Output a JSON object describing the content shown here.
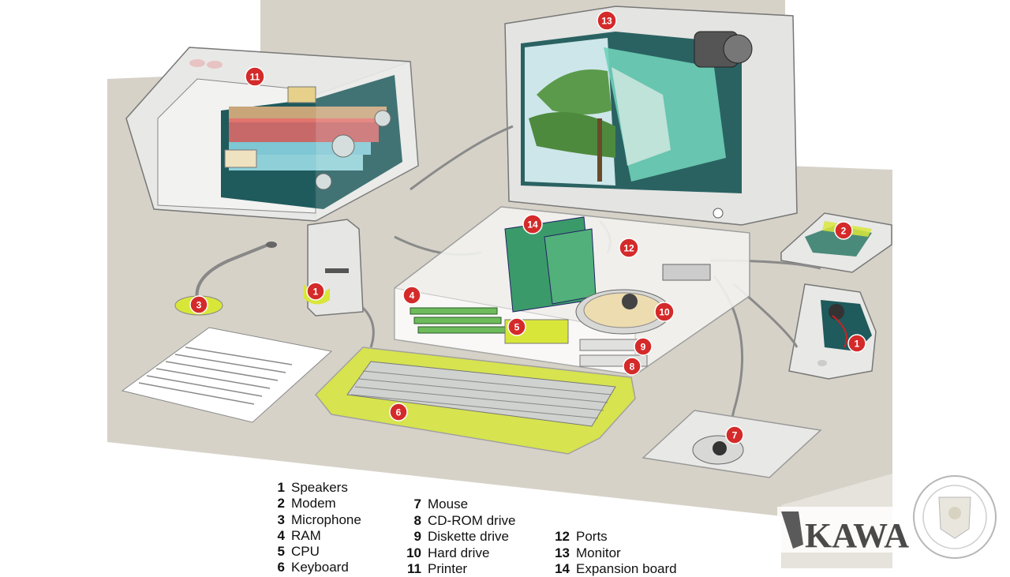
{
  "legend": [
    {
      "num": "1",
      "label": "Speakers"
    },
    {
      "num": "2",
      "label": "Modem"
    },
    {
      "num": "3",
      "label": "Microphone"
    },
    {
      "num": "4",
      "label": "RAM"
    },
    {
      "num": "5",
      "label": "CPU"
    },
    {
      "num": "6",
      "label": "Keyboard"
    },
    {
      "num": "7",
      "label": "Mouse"
    },
    {
      "num": "8",
      "label": "CD-ROM drive"
    },
    {
      "num": "9",
      "label": "Diskette drive"
    },
    {
      "num": "10",
      "label": "Hard drive"
    },
    {
      "num": "11",
      "label": "Printer"
    },
    {
      "num": "12",
      "label": "Ports"
    },
    {
      "num": "13",
      "label": "Monitor"
    },
    {
      "num": "14",
      "label": "Expansion board"
    }
  ],
  "badges": {
    "speaker_left": "1",
    "speaker_right": "1",
    "modem": "2",
    "microphone": "3",
    "ram": "4",
    "cpu": "5",
    "keyboard": "6",
    "mouse": "7",
    "cdrom": "8",
    "diskette": "9",
    "harddrive": "10",
    "printer": "11",
    "ports": "12",
    "monitor": "13",
    "expansion": "14"
  },
  "logo": {
    "text": "KAWA"
  },
  "colors": {
    "badge": "#d42a2a",
    "highlight": "#d8e63a",
    "desk": "#d6d2c8",
    "teal": "#1f5a5c"
  }
}
